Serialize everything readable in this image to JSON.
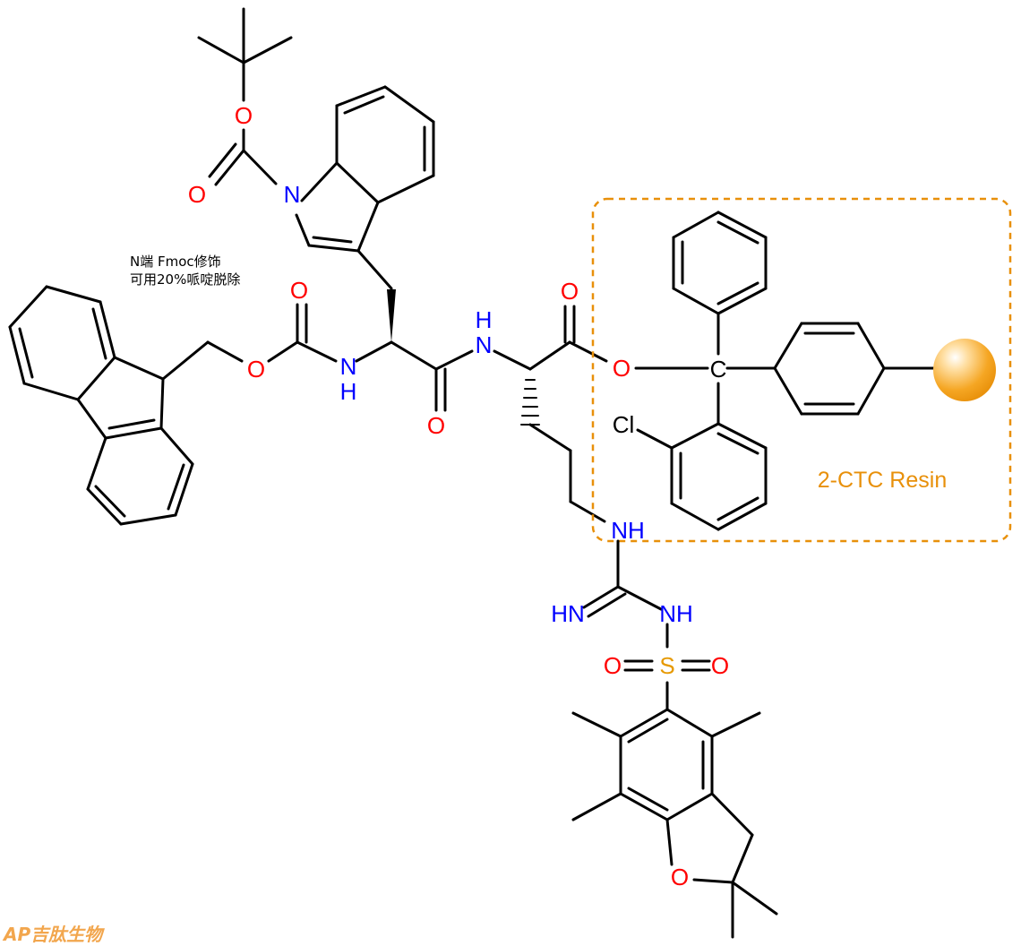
{
  "colors": {
    "bond": "#000000",
    "oxygen": "#ff0000",
    "nitrogen": "#0000ff",
    "sulfur": "#e69900",
    "resin": "#e8900a",
    "watermark": "#f2a64d"
  },
  "annotation": {
    "line1": "N端 Fmoc修饰",
    "line2": "可用20%哌啶脱除"
  },
  "resin": {
    "label": "2-CTC Resin"
  },
  "atoms": {
    "boc_o_ester": "O",
    "boc_o_carbonyl": "O",
    "indole_n": "N",
    "fmoc_o_ester": "O",
    "fmoc_o_carbonyl": "O",
    "trp_nh_n": "N",
    "trp_nh_h": "H",
    "amide_o": "O",
    "arg_nh_h": "H",
    "arg_nh_n": "N",
    "arg_co_o": "O",
    "arg_ester_o": "O",
    "trityl_c": "C",
    "cl": "Cl",
    "guan_nh1": "NH",
    "guan_hn": "HN",
    "guan_nh2": "NH",
    "sulfonyl_s": "S",
    "sulfonyl_o1": "O",
    "sulfonyl_o2": "O",
    "furan_o": "O"
  },
  "watermark": {
    "text": "AP吉肽生物"
  }
}
